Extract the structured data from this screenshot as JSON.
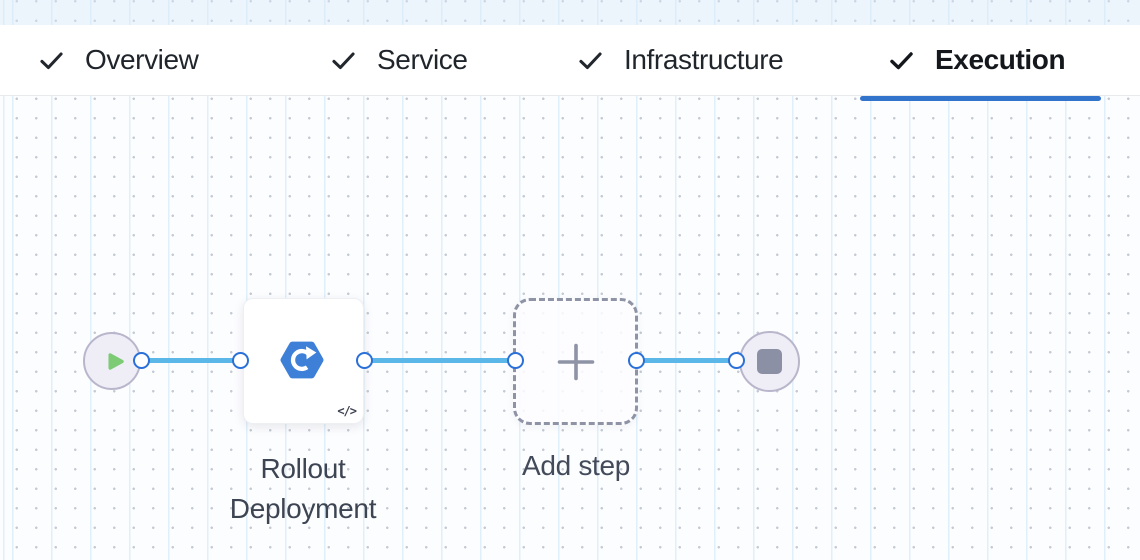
{
  "header": {
    "tabs": [
      {
        "label": "Overview",
        "state": "completed"
      },
      {
        "label": "Service",
        "state": "completed"
      },
      {
        "label": "Infrastructure",
        "state": "completed"
      },
      {
        "label": "Execution",
        "state": "active"
      }
    ]
  },
  "canvas": {
    "start_node": {
      "type": "start",
      "icon": "play-icon"
    },
    "step_node": {
      "label": "Rollout Deployment",
      "icon": "rollout-deployment-icon",
      "code_badge": "</>"
    },
    "add_step": {
      "label": "Add step",
      "icon": "plus-icon"
    },
    "end_node": {
      "type": "stop",
      "icon": "stop-icon"
    }
  },
  "colors": {
    "active_tab_underline": "#3273cb",
    "connector_line": "#5cb7e9",
    "port_ring": "#2a70d8",
    "step_icon_blue": "#3e7fd8",
    "play_green": "#7ecb76",
    "node_fill": "#efeef7",
    "muted_gray": "#8e93a5",
    "text_dark": "#1f252b"
  }
}
